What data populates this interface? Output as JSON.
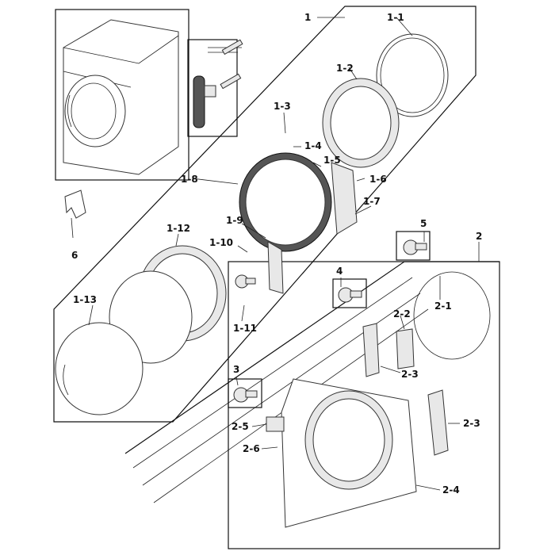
{
  "labels": {
    "l1": "1",
    "l1_1": "1-1",
    "l1_2": "1-2",
    "l1_3": "1-3",
    "l1_4": "1-4",
    "l1_5": "1-5",
    "l1_6": "1-6",
    "l1_7": "1-7",
    "l1_8": "1-8",
    "l1_9": "1-9",
    "l1_10": "1-10",
    "l1_11": "1-11",
    "l1_12": "1-12",
    "l1_13": "1-13",
    "l2": "2",
    "l2_1": "2-1",
    "l2_2": "2-2",
    "l2_3a": "2-3",
    "l2_3b": "2-3",
    "l2_4": "2-4",
    "l2_5": "2-5",
    "l2_6": "2-6",
    "l3": "3",
    "l4": "4",
    "l5": "5",
    "l6": "6"
  },
  "icons": {
    "screw": "screw-icon",
    "hinge": "hinge-icon",
    "clip": "clip-icon"
  }
}
